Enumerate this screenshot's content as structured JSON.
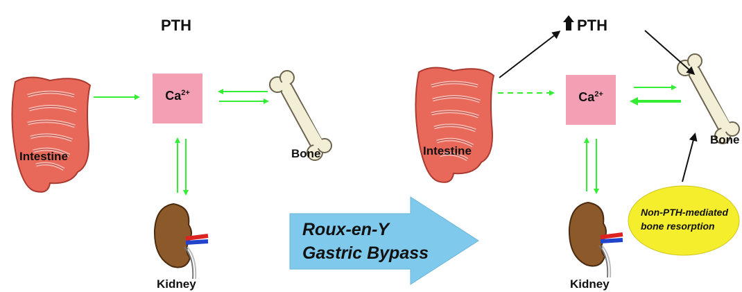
{
  "left_panel": {
    "hormone": "PTH",
    "calcium": {
      "base": "Ca",
      "charge": "2+"
    },
    "intestine": "Intestine",
    "bone": "Bone",
    "kidney": "Kidney"
  },
  "right_panel": {
    "hormone": "PTH",
    "calcium": {
      "base": "Ca",
      "charge": "2+"
    },
    "intestine": "Intestine",
    "bone": "Bone",
    "kidney": "Kidney",
    "resorption_note": {
      "line1": "Non-PTH-mediated",
      "line2": "bone resorption"
    }
  },
  "procedure": {
    "line1": "Roux-en-Y",
    "line2": "Gastric Bypass"
  },
  "colors": {
    "flow_arrow": "#33ee33",
    "hormone_arrow": "#111111",
    "calcium_box": "#f3a0b4",
    "procedure_arrow": "#7fc9ec",
    "note_ellipse": "#f4ee2c",
    "intestine": "#e8685a",
    "kidney": "#8c5a2a",
    "bone": "#f3efd6"
  }
}
